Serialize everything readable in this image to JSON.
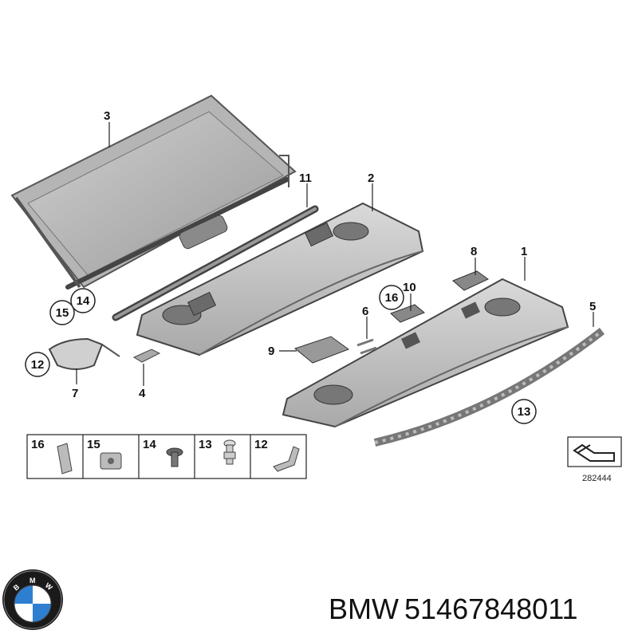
{
  "callouts": {
    "c1": "1",
    "c2": "2",
    "c3": "3",
    "c4": "4",
    "c5": "5",
    "c6": "6",
    "c7": "7",
    "c8": "8",
    "c9": "9",
    "c10": "10",
    "c11": "11",
    "c12": "12",
    "c13": "13",
    "c14": "14",
    "c15": "15",
    "c16": "16"
  },
  "legend": {
    "cells": [
      "16",
      "15",
      "14",
      "13",
      "12"
    ]
  },
  "diagram_number": "282444",
  "footer": {
    "brand": "BMW",
    "part_number": "51467848011",
    "logo_letters": "BMW"
  }
}
